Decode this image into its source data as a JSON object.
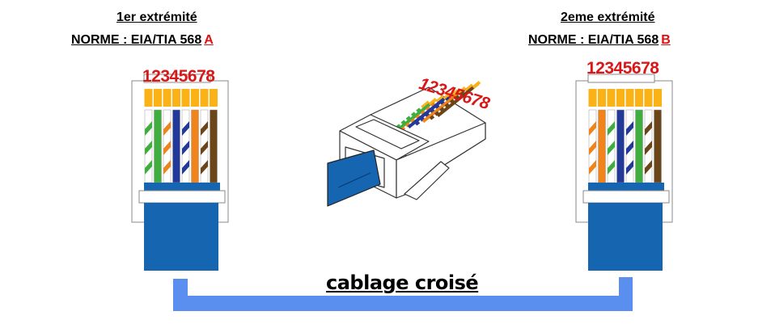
{
  "left": {
    "title": "1er extrémité",
    "standard_label": "NORME : EIA/TIA 568",
    "standard_letter": "A",
    "pin_numbers": "12345678",
    "wires": [
      "green-white",
      "green",
      "orange-white",
      "blue",
      "blue-white",
      "orange",
      "brown-white",
      "brown"
    ]
  },
  "right": {
    "title": "2eme extrémité",
    "standard_label": "NORME : EIA/TIA 568",
    "standard_letter": "B",
    "pin_numbers": "12345678",
    "wires": [
      "orange-white",
      "orange",
      "green-white",
      "blue",
      "blue-white",
      "green",
      "brown-white",
      "brown"
    ]
  },
  "center": {
    "pin_numbers": "12345678"
  },
  "caption": "cablage croisé",
  "colors": {
    "green": "#3fae3f",
    "orange": "#f0841a",
    "blue": "#23399a",
    "brown": "#6b4418",
    "gold": "#fbb217",
    "cable": "#1565b0",
    "bracket": "#5a8ff0",
    "accent_red": "#e01010"
  }
}
